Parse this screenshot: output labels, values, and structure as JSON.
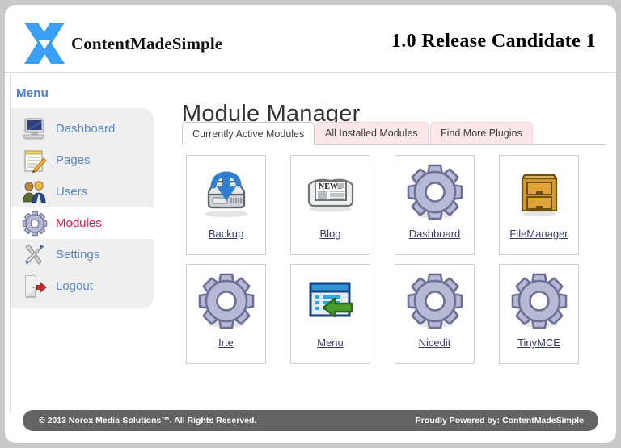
{
  "window": {
    "title": "ContentMadeSimple"
  },
  "header": {
    "logo_icon": "x-logo-icon",
    "brand": "ContentMadeSimple",
    "version": "1.0 Release Candidate 1"
  },
  "sidebar": {
    "heading": "Menu",
    "items": [
      {
        "label": "Dashboard",
        "icon": "monitor-icon",
        "active": false
      },
      {
        "label": "Pages",
        "icon": "notepad-pencil-icon",
        "active": false
      },
      {
        "label": "Users",
        "icon": "users-icon",
        "active": false
      },
      {
        "label": "Modules",
        "icon": "gear-icon",
        "active": true
      },
      {
        "label": "Settings",
        "icon": "wrench-screwdriver-icon",
        "active": false
      },
      {
        "label": "Logout",
        "icon": "exit-door-arrow-icon",
        "active": false
      }
    ],
    "link_color": "#5b86c6",
    "active_color": "#e8174a"
  },
  "main": {
    "title": "Module Manager",
    "tabs": [
      {
        "label": "Currently Active Modules",
        "active": true
      },
      {
        "label": "All Installed Modules",
        "active": false
      },
      {
        "label": "Find More Plugins",
        "active": false
      }
    ],
    "tab_active_bg": "#ffffff",
    "tab_inactive_bg": "#fbe6ea",
    "modules": [
      {
        "label": "Backup",
        "icon": "backup-drive-icon"
      },
      {
        "label": "Blog",
        "icon": "newspaper-icon"
      },
      {
        "label": "Dashboard",
        "icon": "gear-icon"
      },
      {
        "label": "FileManager",
        "icon": "file-cabinet-icon"
      },
      {
        "label": "Irte",
        "icon": "gear-icon"
      },
      {
        "label": "Menu",
        "icon": "menu-window-arrow-icon"
      },
      {
        "label": "Nicedit",
        "icon": "gear-icon"
      },
      {
        "label": "TinyMCE",
        "icon": "gear-icon"
      }
    ]
  },
  "footer": {
    "copyright": "© 2013 Norox Media-Solutions™. All Rights Reserved.",
    "powered_by": "Proudly Powered by: ContentMadeSimple",
    "bg": "#636363"
  }
}
